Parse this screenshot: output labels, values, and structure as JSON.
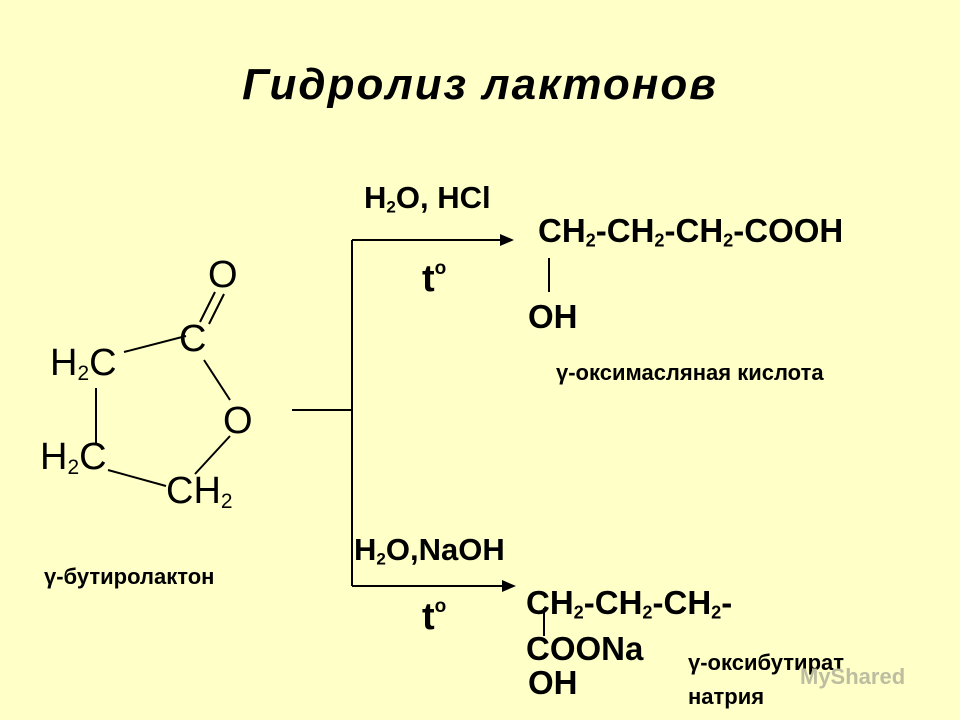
{
  "title": "Гидролиз лактонов",
  "reactant": {
    "name": "γ-бутиролактон",
    "atoms": {
      "o_top": "O",
      "c_carbonyl": "C",
      "h2c_a_h": "H",
      "h2c_a_sub": "2",
      "h2c_a_c": "C",
      "h2c_b_h": "H",
      "h2c_b_sub": "2",
      "h2c_b_c": "C",
      "o_ring": "O",
      "ch2_c": "CH",
      "ch2_sub": "2"
    }
  },
  "acid_route": {
    "reagent": {
      "h": "H",
      "sub": "2",
      "rest": "O, HCl"
    },
    "temperature": {
      "t": "t",
      "sup": "o"
    },
    "product": {
      "p1": "CH",
      "s1": "2",
      "p2": "-CH",
      "s2": "2",
      "p3": "-CH",
      "s3": "2",
      "p4": "-COOH",
      "oh": "OH"
    },
    "product_name": "γ-оксимасляная кислота"
  },
  "base_route": {
    "reagent": {
      "h": "H",
      "sub": "2",
      "rest": "O,NaOH"
    },
    "temperature": {
      "t": "t",
      "sup": "o"
    },
    "product": {
      "p1": "CH",
      "s1": "2",
      "p2": "-CH",
      "s2": "2",
      "p3": "-CH",
      "s3": "2",
      "p4": "-",
      "line2": "COONa",
      "oh": "OH"
    },
    "product_name_line1": "γ-оксибутират",
    "product_name_line2": "натрия"
  },
  "watermark": "MyShared"
}
